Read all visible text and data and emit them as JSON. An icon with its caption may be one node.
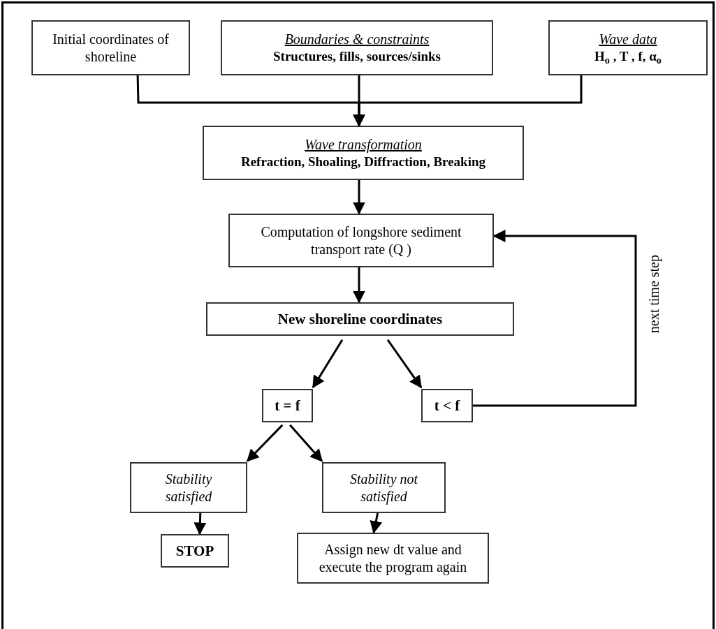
{
  "diagram": {
    "nodes": [
      {
        "text": [
          "Initial coordinates of shoreline"
        ]
      },
      {
        "text": [
          "Boundaries & constraints",
          "Structures, fills, sources/sinks"
        ]
      },
      {
        "text": [
          "Wave data",
          "H$_{o}$ , T , f, α$_{o}$"
        ]
      },
      {
        "text": [
          "Wave transformation",
          "Refraction, Shoaling, Diffraction, Breaking"
        ]
      },
      {
        "text": [
          "Computation of longshore sediment transport rate  (Q )"
        ]
      },
      {
        "text": [
          "New shoreline coordinates"
        ]
      },
      {
        "text": [
          "t = f"
        ]
      },
      {
        "text": [
          "t < f"
        ]
      },
      {
        "text": [
          "Stability satisfied"
        ]
      },
      {
        "text": [
          "Stability not satisfied"
        ]
      },
      {
        "text": [
          "STOP"
        ]
      },
      {
        "text": [
          "Assign new dt value and execute the program again"
        ]
      }
    ],
    "edges": [
      {
        "from": 0,
        "to": 3,
        "arrow": "to"
      },
      {
        "from": 1,
        "to": 3,
        "arrow": "to"
      },
      {
        "from": 2,
        "to": 3,
        "arrow": "to"
      },
      {
        "from": 3,
        "to": 4,
        "arrow": "to"
      },
      {
        "from": 4,
        "to": 5,
        "arrow": "to"
      },
      {
        "from": 5,
        "to": 6,
        "arrow": "to"
      },
      {
        "from": 5,
        "to": 7,
        "arrow": "to"
      },
      {
        "from": 7,
        "to": 4,
        "arrow": "to",
        "label": "next time step"
      },
      {
        "from": 6,
        "to": 8,
        "arrow": "to"
      },
      {
        "from": 6,
        "to": 9,
        "arrow": "to"
      },
      {
        "from": 8,
        "to": 10,
        "arrow": "to"
      },
      {
        "from": 9,
        "to": 11,
        "arrow": "to"
      }
    ]
  }
}
